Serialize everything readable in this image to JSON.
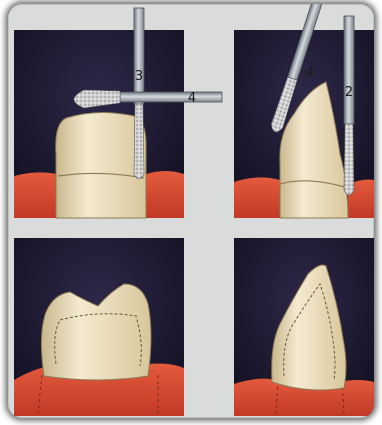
{
  "figure": {
    "panel_tl": {
      "labels": [
        "3",
        "4"
      ]
    },
    "panel_tr": {
      "labels": [
        "4",
        "2"
      ]
    }
  },
  "colors": {
    "background": "#dadcdc",
    "panel": "#1e1930",
    "gum": "#d7452e",
    "tooth": "#ede1bd",
    "bur_shaft": "#9ea6ad",
    "diamond": "#d9d9d9"
  }
}
